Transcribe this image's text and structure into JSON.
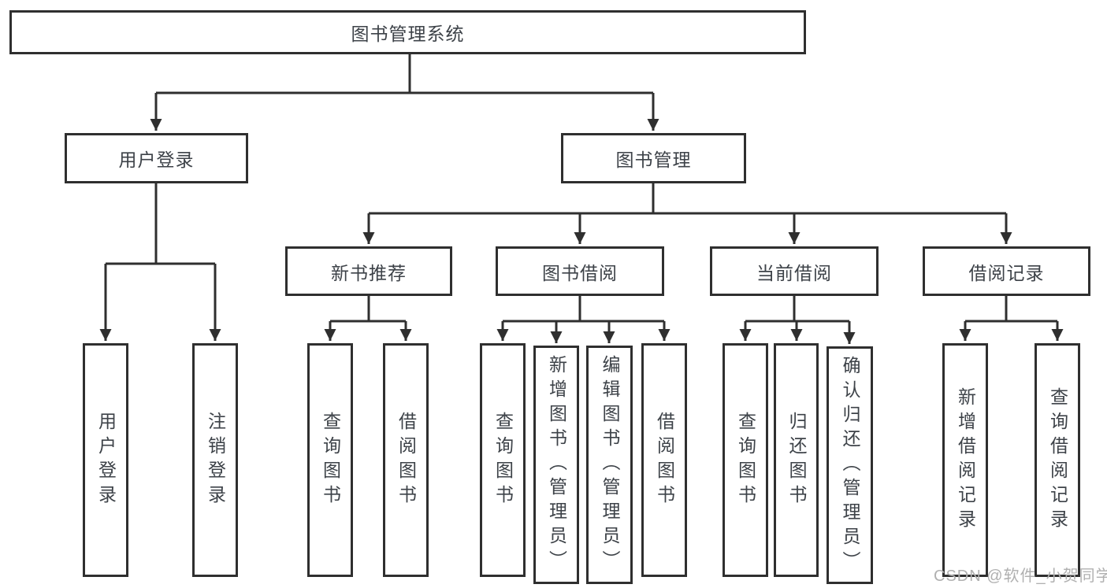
{
  "colors": {
    "line": "#2f2f2f",
    "box_border": "#2f2f2f",
    "text": "#3d4248",
    "background": "#ffffff",
    "watermark": "#b0b0b0"
  },
  "tree": {
    "root": {
      "label": "图书管理系统"
    },
    "branches": [
      {
        "label": "用户登录",
        "children": [
          "用户登录",
          "注销登录"
        ]
      },
      {
        "label": "图书管理",
        "groups": [
          {
            "label": "新书推荐",
            "children": [
              "查询图书",
              "借阅图书"
            ]
          },
          {
            "label": "图书借阅",
            "children": [
              "查询图书",
              "新增图书（管理员）",
              "编辑图书（管理员）",
              "借阅图书"
            ]
          },
          {
            "label": "当前借阅",
            "children": [
              "查询图书",
              "归还图书",
              "确认归还（管理员）"
            ]
          },
          {
            "label": "借阅记录",
            "children": [
              "新增借阅记录",
              "查询借阅记录"
            ]
          }
        ]
      }
    ]
  },
  "watermark": {
    "text": "CSDN @软件_小贺同学"
  }
}
